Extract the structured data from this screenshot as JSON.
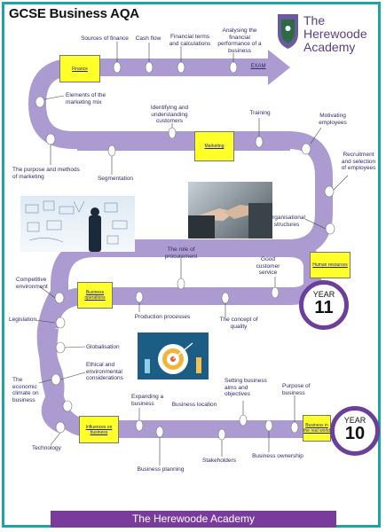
{
  "header": {
    "title": "GCSE Business AQA",
    "school_line1": "The Herewoode",
    "school_line2": "Academy"
  },
  "road": {
    "exam_label": "EXAM",
    "units": {
      "finance": "Finance",
      "marketing": "Marketing",
      "human_resources": "Human resources",
      "business_operations": "Business operations",
      "influences": "Influences on business",
      "real_world": "Business in the real world"
    },
    "years": {
      "year_word": "YEAR",
      "y11": "11",
      "y10": "10"
    },
    "labels": {
      "sources_finance": "Sources of finance",
      "cash_flow": "Cash flow",
      "fin_terms": "Financial terms and calculations",
      "analysing": "Analysing the financial performance of a business",
      "elements_mix": "Elements of the marketing mix",
      "identifying": "Identifying and understanding customers",
      "training": "Training",
      "motivating": "Motivating employees",
      "purpose_methods": "The purpose and methods of marketing",
      "segmentation": "Segmentation",
      "recruitment": "Recruitment and selection of employees",
      "org_structures": "Organisational structures",
      "role_procurement": "The role of procurement",
      "good_service": "Good customer service",
      "competitive": "Competitive environment",
      "production": "Production processes",
      "quality": "The concept of quality",
      "legislation": "Legislation",
      "globalisation": "Globalisation",
      "ethical": "Ethical and environmental considerations",
      "economic_climate": "The economic climate on business",
      "expanding": "Expanding a business",
      "location": "Business location",
      "setting_aims": "Setting business aims and objectives",
      "purpose_business": "Purpose of business",
      "technology": "Technology",
      "planning": "Business planning",
      "stakeholders": "Stakeholders",
      "ownership": "Business ownership"
    }
  },
  "footer": {
    "text": "The Herewoode Academy"
  },
  "colors": {
    "road": "#ab9bd0",
    "accent": "#6b3f9a",
    "frame": "#1aa6a6",
    "box": "#ffff2a"
  }
}
